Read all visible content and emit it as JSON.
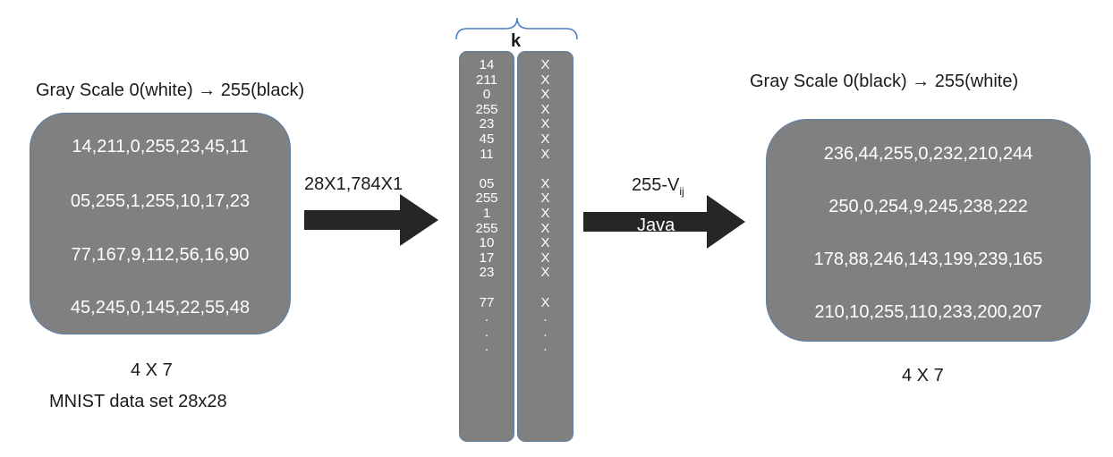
{
  "left": {
    "title": "Gray Scale 0(white) → 255(black)",
    "rows": [
      "14,211,0,255,23,45,11",
      "05,255,1,255,10,17,23",
      "77,167,9,112,56,16,90",
      "45,245,0,145,22,55,48"
    ],
    "dims": "4 X 7",
    "caption": "MNIST data set 28x28"
  },
  "arrow1": {
    "label": "28X1,784X1"
  },
  "middle": {
    "brace_label": "k",
    "values": [
      "14",
      "211",
      "0",
      "255",
      "23",
      "45",
      "11",
      "",
      "05",
      "255",
      "1",
      "255",
      "10",
      "17",
      "23",
      "",
      "77",
      ".",
      ".",
      "."
    ],
    "multipliers": [
      "X",
      "X",
      "X",
      "X",
      "X",
      "X",
      "X",
      "",
      "X",
      "X",
      "X",
      "X",
      "X",
      "X",
      "X",
      "",
      "X",
      ".",
      ".",
      "."
    ]
  },
  "arrow2": {
    "formula": "255-V",
    "subscript": "ij",
    "tool": "Java"
  },
  "right": {
    "title": "Gray Scale 0(black) → 255(white)",
    "rows": [
      "236,44,255,0,232,210,244",
      "250,0,254,9,245,238,222",
      "178,88,246,143,199,239,165",
      "210,10,255,110,233,200,207"
    ],
    "dims": "4 X 7"
  },
  "colors": {
    "box": "#808080",
    "box_border": "#5b7fa6",
    "arrow": "#262626",
    "brace": "#4a7bbf"
  }
}
